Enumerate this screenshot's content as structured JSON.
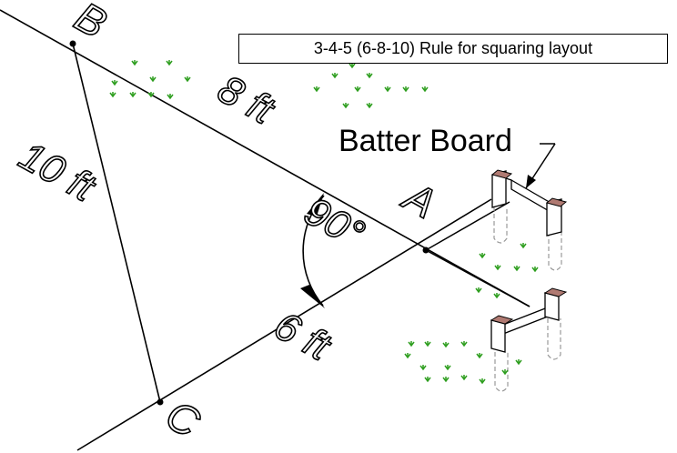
{
  "title": "3-4-5 (6-8-10) Rule for squaring layout",
  "points": {
    "a": "A",
    "b": "B",
    "c": "C"
  },
  "sides": {
    "ab": "8 ft",
    "ac": "6 ft",
    "bc": "10 ft"
  },
  "angle": "90°",
  "callout": "Batter Board",
  "colors": {
    "line": "#000000",
    "grass": "#2e9e1f",
    "board_top": "#b07a72",
    "stake": "#9a9a9a"
  }
}
